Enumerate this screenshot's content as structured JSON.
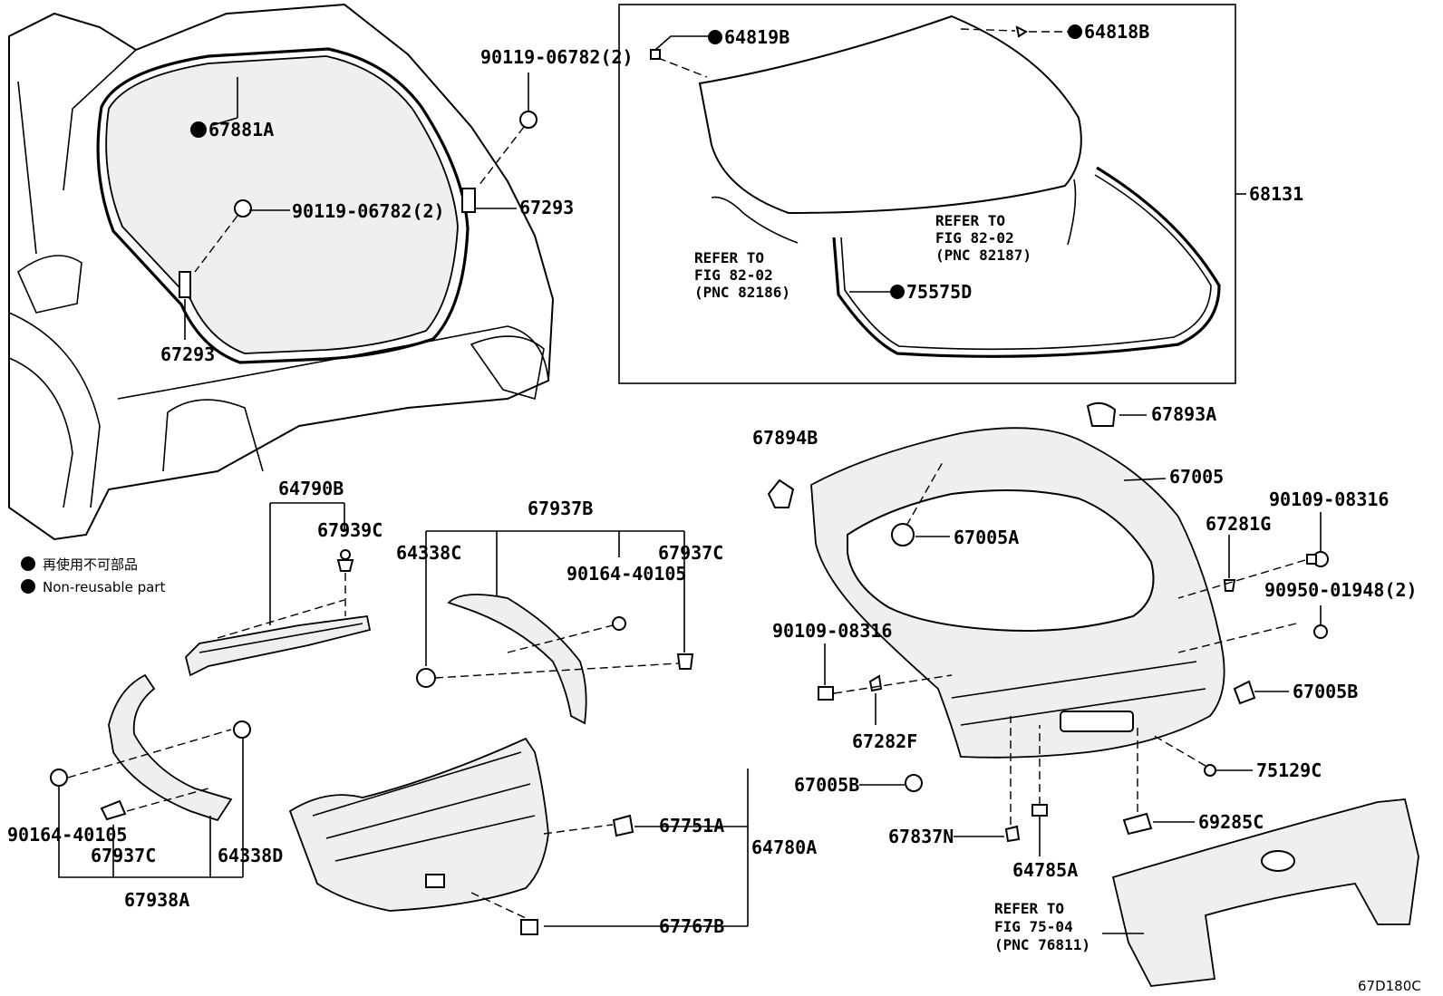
{
  "diagram": {
    "labels": {
      "p67881A": "67881A",
      "p90119_a": "90119-06782(2)",
      "p90119_b": "90119-06782(2)",
      "p67293_a": "67293",
      "p67293_b": "67293",
      "p64819B": "64819B",
      "p64818B": "64818B",
      "p68131": "68131",
      "p75575D": "75575D",
      "p64790B": "64790B",
      "p67939C": "67939C",
      "p67937B": "67937B",
      "p64338C": "64338C",
      "p90164_a": "90164-40105",
      "p67937C_a": "67937C",
      "p90164_b": "90164-40105",
      "p67937C_b": "67937C",
      "p64338D": "64338D",
      "p67938A": "67938A",
      "p67751A": "67751A",
      "p64780A": "64780A",
      "p67767B": "67767B",
      "p67894B": "67894B",
      "p67893A": "67893A",
      "p67005": "67005",
      "p67005A": "67005A",
      "p90109_a": "90109-08316",
      "p67281G": "67281G",
      "p90950": "90950-01948(2)",
      "p90109_b": "90109-08316",
      "p67005B_a": "67005B",
      "p67282F": "67282F",
      "p67005B_b": "67005B",
      "p75129C": "75129C",
      "p69285C": "69285C",
      "p67837N": "67837N",
      "p64785A": "64785A"
    },
    "refer_left": [
      "REFER TO",
      "FIG 82-02",
      "(PNC 82186)"
    ],
    "refer_right": [
      "REFER TO",
      "FIG 82-02",
      "(PNC 82187)"
    ],
    "refer_bottom": [
      "REFER TO",
      "FIG 75-04",
      "(PNC 76811)"
    ],
    "legend": {
      "japanese": "再使用不可部品",
      "english": "Non-reusable part"
    },
    "figure_code": "67D180C"
  }
}
